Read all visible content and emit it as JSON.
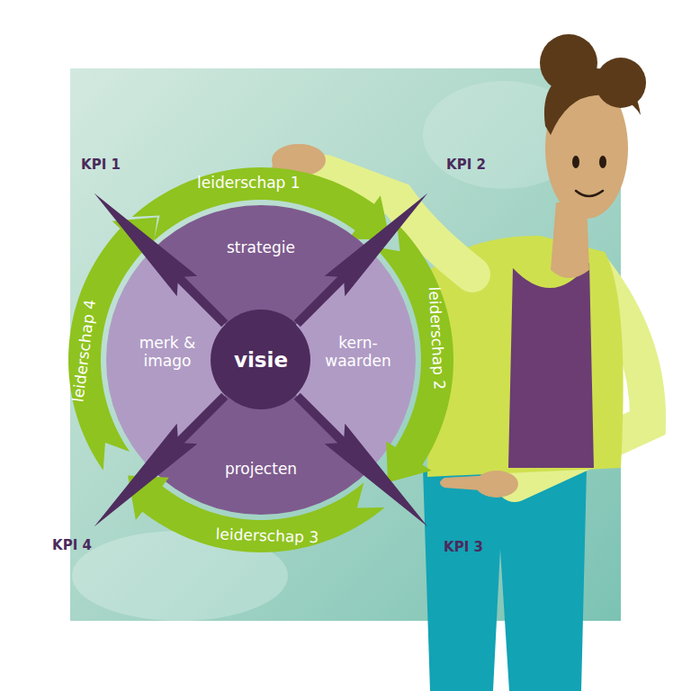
{
  "diagram": {
    "nodes": [
      {
        "text": [
          "leiderschap 1"
        ]
      },
      {
        "text": [
          "strategie"
        ]
      },
      {
        "text": [
          "leiderschap 4"
        ]
      },
      {
        "text": [
          "merk & imago"
        ]
      },
      {
        "text": [
          "visie"
        ]
      },
      {
        "text": [
          "kern-waarden"
        ]
      },
      {
        "text": [
          "leiderschap 2"
        ]
      },
      {
        "text": [
          "projecten"
        ]
      },
      {
        "text": [
          "leiderschap 3"
        ]
      }
    ],
    "labels": [
      "KPI 1",
      "KPI 2",
      "KPI 4",
      "KPI 3"
    ]
  }
}
